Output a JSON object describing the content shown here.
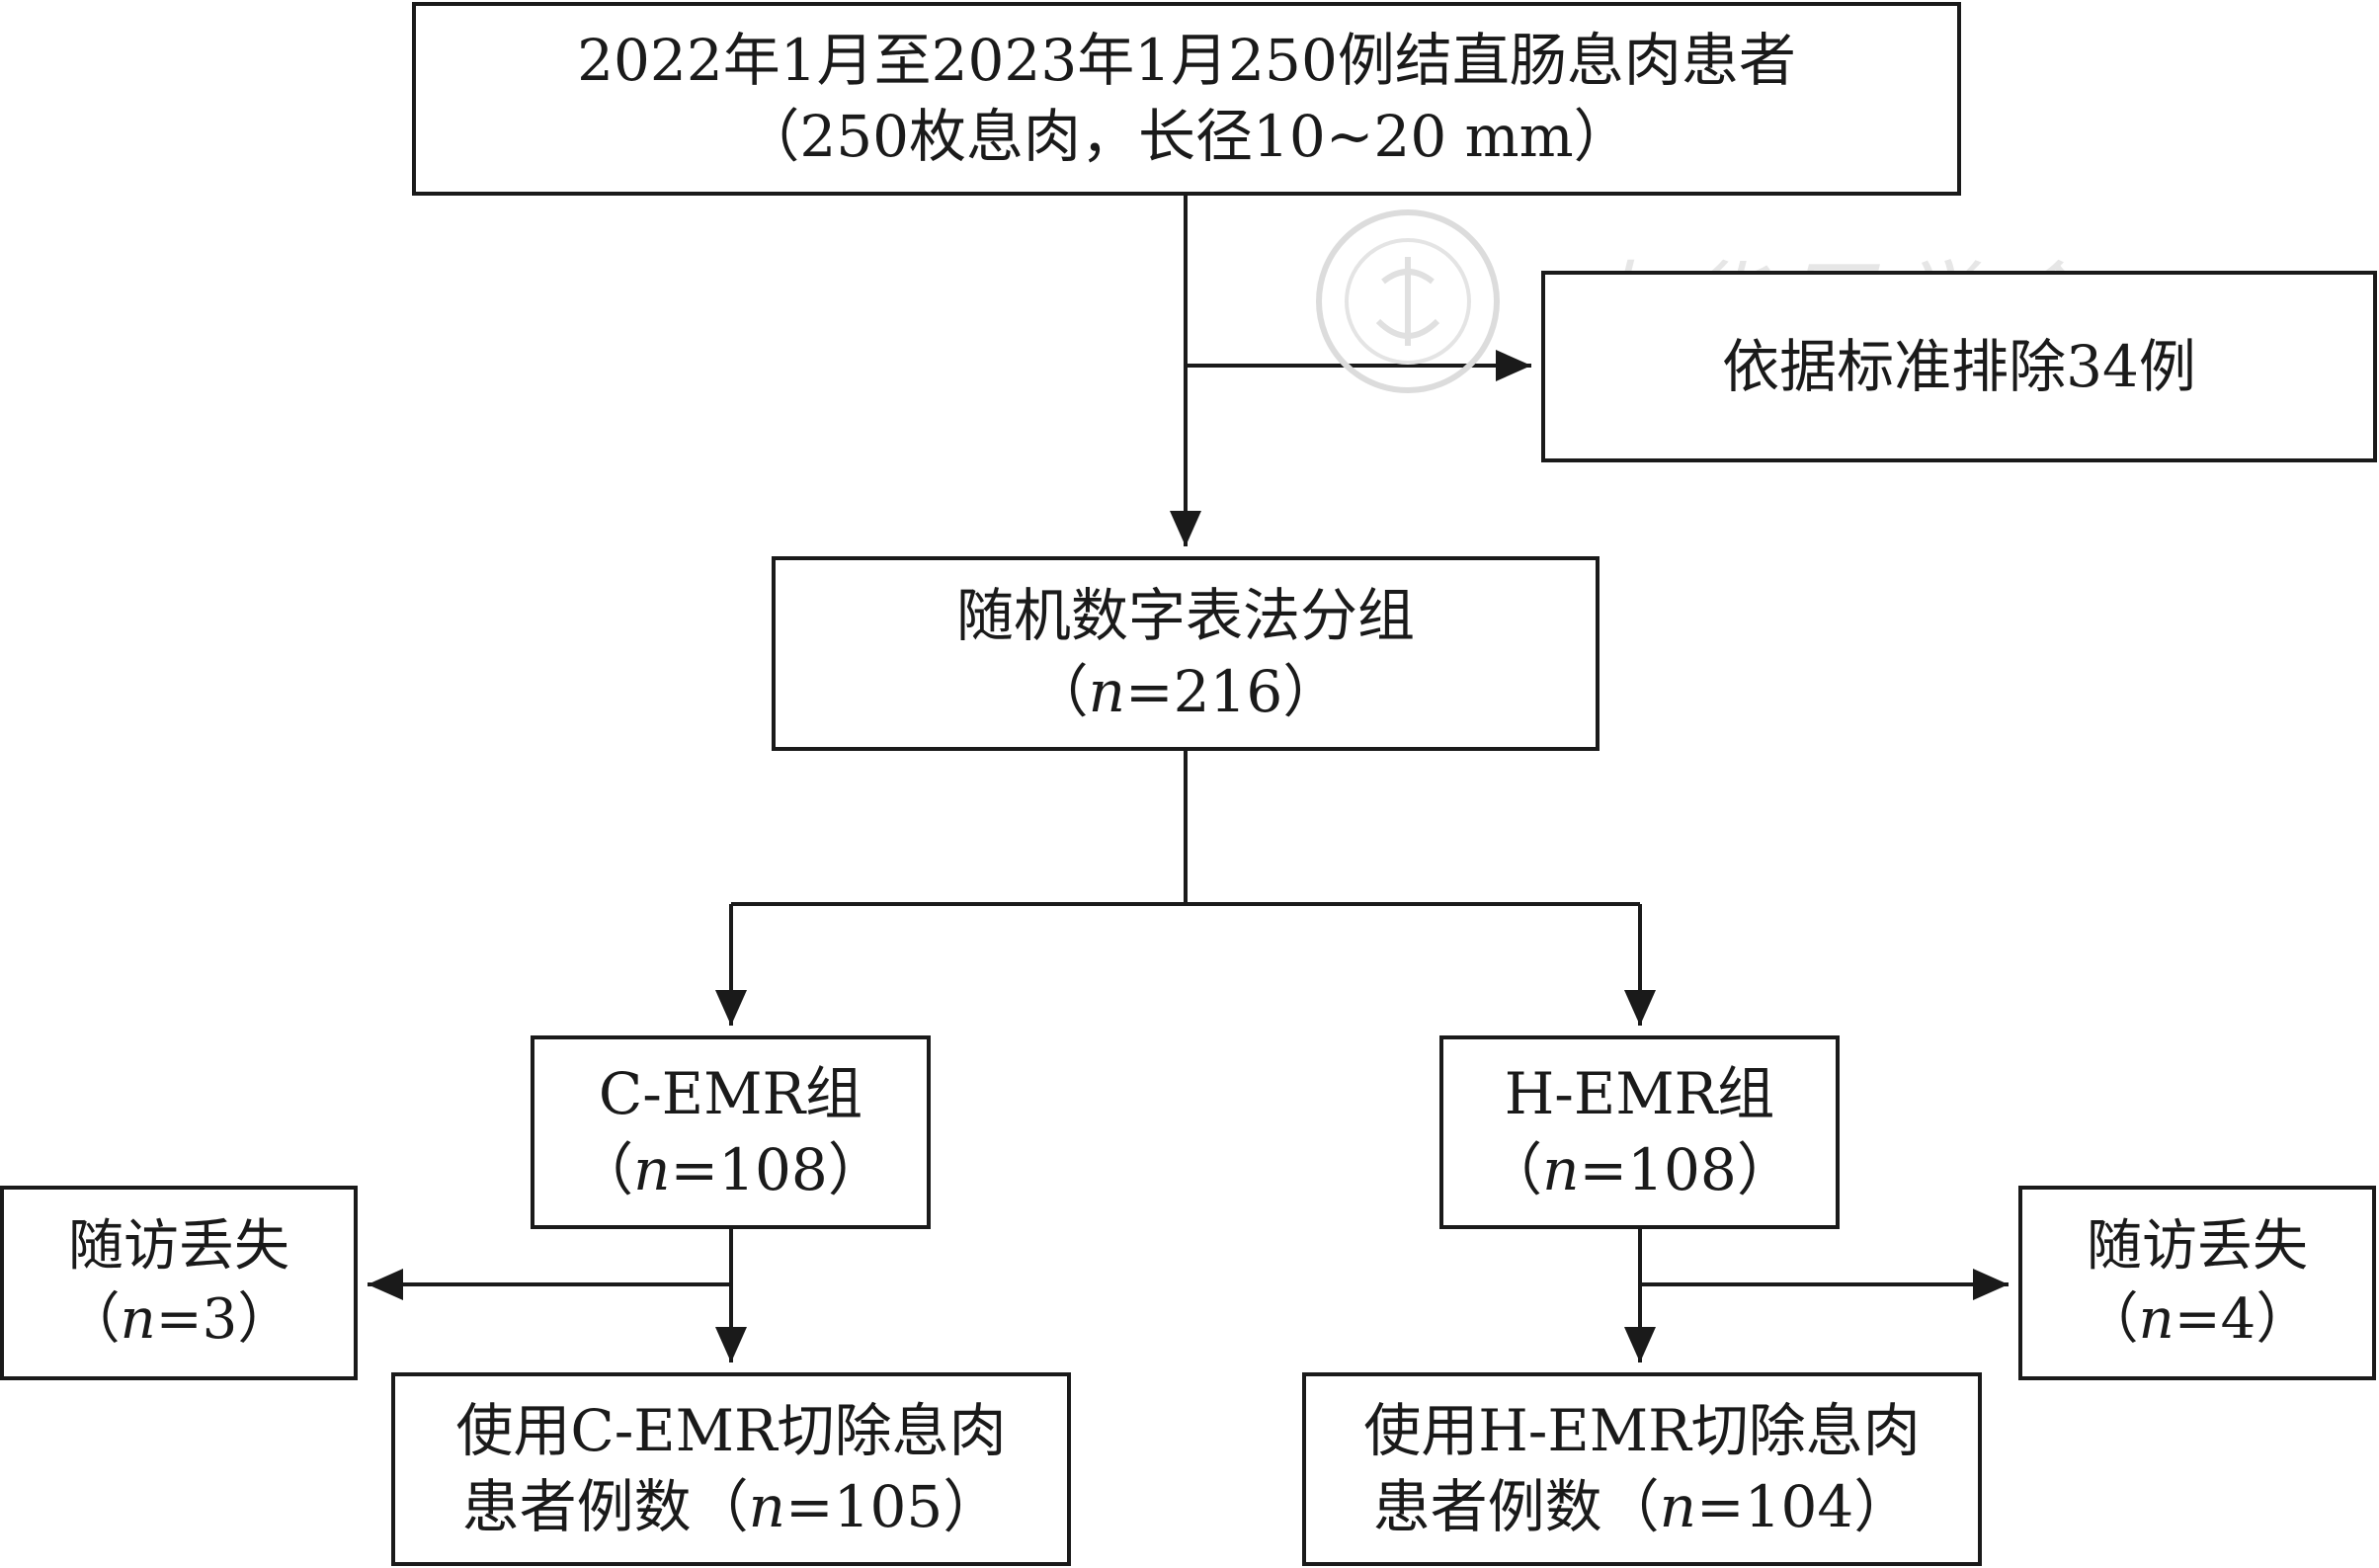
{
  "watermark": {
    "text": "中华医学会"
  },
  "boxes": {
    "top": {
      "line1": "2022年1月至2023年1月250例结直肠息肉患者",
      "line2": "（250枚息肉，长径10~20 mm）"
    },
    "exclude": {
      "line1": "依据标准排除34例"
    },
    "random": {
      "line1": "随机数字表法分组",
      "n_open": "（",
      "n_var": "n",
      "n_val": "=216",
      "n_close": "）"
    },
    "cemr": {
      "line1": "C-EMR组",
      "n_open": "（",
      "n_var": "n",
      "n_val": "=108",
      "n_close": "）"
    },
    "hemr": {
      "line1": "H-EMR组",
      "n_open": "（",
      "n_var": "n",
      "n_val": "=108",
      "n_close": "）"
    },
    "lost_left": {
      "line1": "随访丢失",
      "n_open": "（",
      "n_var": "n",
      "n_val": "=3",
      "n_close": "）"
    },
    "lost_right": {
      "line1": "随访丢失",
      "n_open": "（",
      "n_var": "n",
      "n_val": "=4",
      "n_close": "）"
    },
    "result_c": {
      "line1": "使用C-EMR切除息肉",
      "line2_prefix": "患者例数（",
      "n_var": "n",
      "n_val": "=105",
      "n_close": "）"
    },
    "result_h": {
      "line1": "使用H-EMR切除息肉",
      "line2_prefix": "患者例数（",
      "n_var": "n",
      "n_val": "=104",
      "n_close": "）"
    }
  }
}
